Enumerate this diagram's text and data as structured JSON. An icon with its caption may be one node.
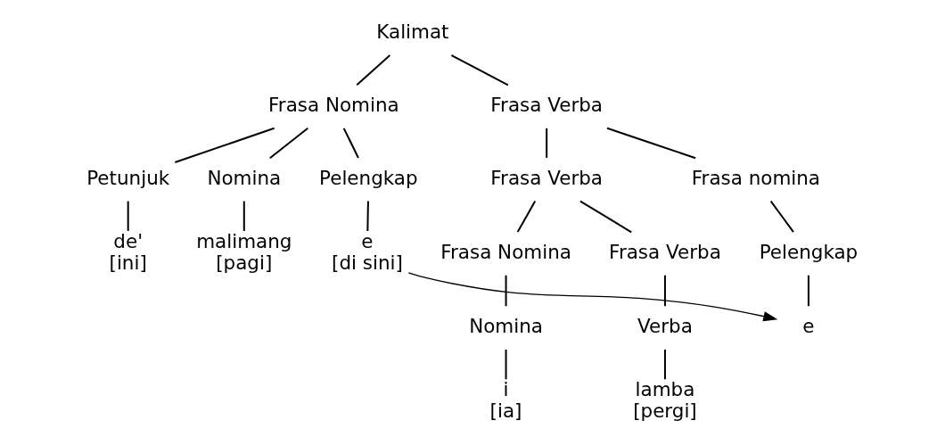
{
  "diagram": {
    "nodes": [
      {
        "text": [
          "Kalimat"
        ]
      },
      {
        "text": [
          "Frasa Nomina"
        ]
      },
      {
        "text": [
          "Frasa Verba"
        ]
      },
      {
        "text": [
          "Petunjuk"
        ]
      },
      {
        "text": [
          "Nomina"
        ]
      },
      {
        "text": [
          "Pelengkap"
        ]
      },
      {
        "text": [
          "Frasa Verba"
        ]
      },
      {
        "text": [
          "Frasa nomina"
        ]
      },
      {
        "text": [
          "de'",
          "[ini]"
        ]
      },
      {
        "text": [
          "malimang",
          "[pagi]"
        ]
      },
      {
        "text": [
          "e",
          "[di sini]"
        ]
      },
      {
        "text": [
          "Frasa Nomina"
        ]
      },
      {
        "text": [
          "Frasa Verba"
        ]
      },
      {
        "text": [
          "Pelengkap"
        ]
      },
      {
        "text": [
          "Nomina"
        ]
      },
      {
        "text": [
          "Verba"
        ]
      },
      {
        "text": [
          "e"
        ]
      },
      {
        "text": [
          "i",
          "[ia]"
        ]
      },
      {
        "text": [
          "lamba",
          "[pergi]"
        ]
      }
    ],
    "edges": [
      {
        "from": 0,
        "to": 1,
        "arrow": "none"
      },
      {
        "from": 0,
        "to": 2,
        "arrow": "none"
      },
      {
        "from": 1,
        "to": 3,
        "arrow": "none"
      },
      {
        "from": 1,
        "to": 4,
        "arrow": "none"
      },
      {
        "from": 1,
        "to": 5,
        "arrow": "none"
      },
      {
        "from": 2,
        "to": 6,
        "arrow": "none"
      },
      {
        "from": 2,
        "to": 7,
        "arrow": "none"
      },
      {
        "from": 3,
        "to": 8,
        "arrow": "none"
      },
      {
        "from": 4,
        "to": 9,
        "arrow": "none"
      },
      {
        "from": 5,
        "to": 10,
        "arrow": "none"
      },
      {
        "from": 6,
        "to": 11,
        "arrow": "none"
      },
      {
        "from": 6,
        "to": 12,
        "arrow": "none"
      },
      {
        "from": 7,
        "to": 13,
        "arrow": "none"
      },
      {
        "from": 11,
        "to": 14,
        "arrow": "none"
      },
      {
        "from": 12,
        "to": 15,
        "arrow": "none"
      },
      {
        "from": 13,
        "to": 16,
        "arrow": "none"
      },
      {
        "from": 14,
        "to": 17,
        "arrow": "none"
      },
      {
        "from": 15,
        "to": 18,
        "arrow": "none"
      },
      {
        "from": 10,
        "to": 16,
        "arrow": "to"
      }
    ]
  }
}
